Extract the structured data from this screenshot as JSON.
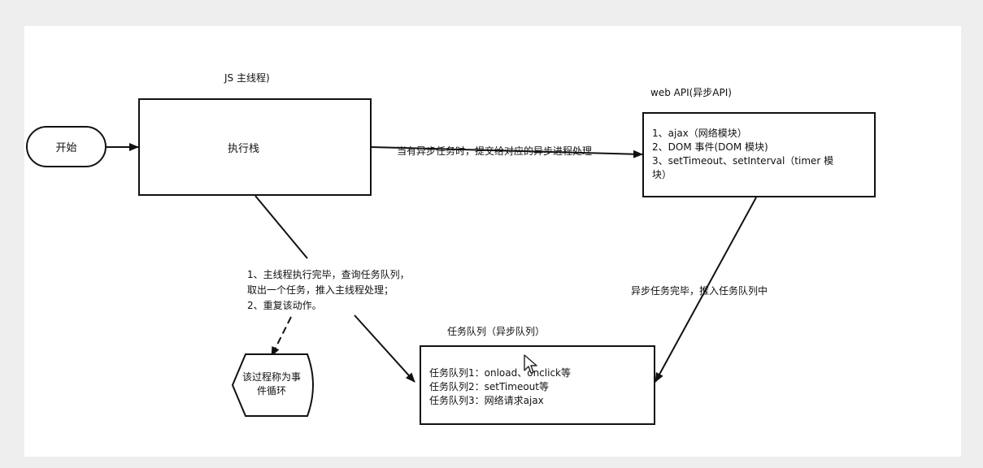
{
  "nodes": {
    "start": "开始",
    "main_thread_title": "JS 主线程)",
    "exec_stack": "执行栈",
    "web_api_title": "web API(异步API)",
    "web_api_items": [
      "1、ajax（网络模块）",
      "2、DOM 事件(DOM 模块)",
      "3、setTimeout、setInterval（timer 模",
      "块）"
    ],
    "queue_title": "任务队列（异步队列）",
    "queue_items": [
      "任务队列1：onload、onclick等",
      "任务队列2：setTimeout等",
      "任务队列3：网络请求ajax"
    ],
    "event_loop_line1": "该过程称为事",
    "event_loop_line2": "件循环"
  },
  "edges": {
    "to_web_api": "当有异步任务时，提交给对应的异步进程处理",
    "to_queue": "异步任务完毕，推入任务队列中",
    "loop_line1": "1、主线程执行完毕，查询任务队列，",
    "loop_line2": "取出一个任务，推入主线程处理；",
    "loop_line3": "2、重复该动作。"
  }
}
